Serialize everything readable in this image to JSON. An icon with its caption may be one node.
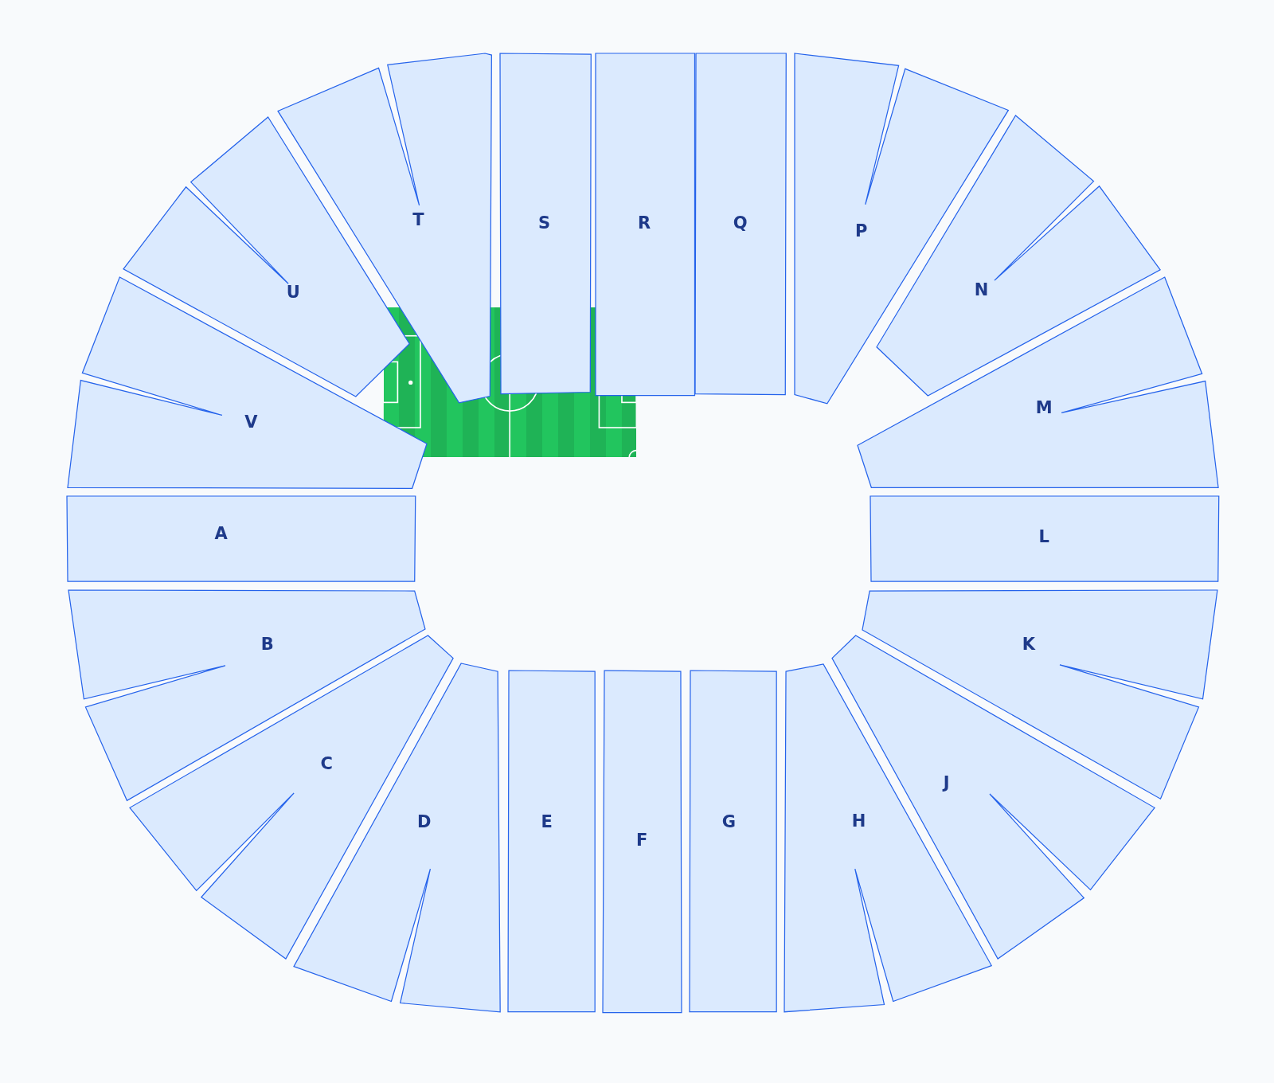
{
  "diagram": {
    "nodes": [
      {
        "text": [
          "A"
        ]
      },
      {
        "text": [
          "B"
        ]
      },
      {
        "text": [
          "C"
        ]
      },
      {
        "text": [
          "D"
        ]
      },
      {
        "text": [
          "E"
        ]
      },
      {
        "text": [
          "F"
        ]
      },
      {
        "text": [
          "G"
        ]
      },
      {
        "text": [
          "H"
        ]
      },
      {
        "text": [
          "J"
        ]
      },
      {
        "text": [
          "K"
        ]
      },
      {
        "text": [
          "L"
        ]
      },
      {
        "text": [
          "M"
        ]
      },
      {
        "text": [
          "N"
        ]
      },
      {
        "text": [
          "P"
        ]
      },
      {
        "text": [
          "Q"
        ]
      },
      {
        "text": [
          "R"
        ]
      },
      {
        "text": [
          "S"
        ]
      },
      {
        "text": [
          "T"
        ]
      },
      {
        "text": [
          "U"
        ]
      },
      {
        "text": [
          "V"
        ]
      }
    ]
  }
}
